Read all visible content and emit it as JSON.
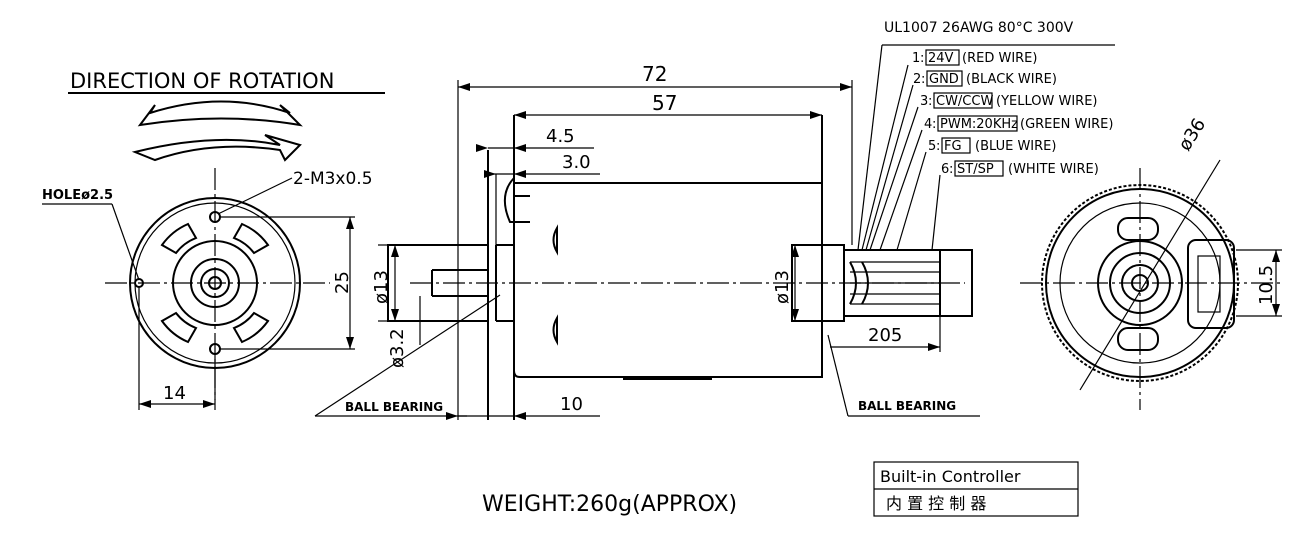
{
  "wire_spec": "UL1007 26AWG 80°C 300V",
  "wires": [
    {
      "num": "1",
      "code": "24V",
      "color": "(RED WIRE)"
    },
    {
      "num": "2",
      "code": "GND",
      "color": "(BLACK WIRE)"
    },
    {
      "num": "3",
      "code": "CW/CCW",
      "color": "(YELLOW WIRE)"
    },
    {
      "num": "4",
      "code": "PWM:20KHz",
      "color": "(GREEN WIRE)"
    },
    {
      "num": "5",
      "code": "FG",
      "color": "(BLUE WIRE)"
    },
    {
      "num": "6",
      "code": "ST/SP",
      "color": "(WHITE WIRE)"
    }
  ],
  "rotation_title": "DIRECTION OF ROTATION",
  "front": {
    "hole_label": "HOLEø2.5",
    "screw_label": "2-M3x0.5",
    "dim_25": "25",
    "dim_14": "14"
  },
  "side": {
    "dim_72": "72",
    "dim_57": "57",
    "dim_4_5": "4.5",
    "dim_3_0": "3.0",
    "dim_13a": "ø13",
    "dim_3_2": "ø3.2",
    "dim_13b": "ø13",
    "dim_10": "10",
    "dim_205": "205",
    "ball_bearing_1": "BALL BEARING",
    "ball_bearing_2": "BALL BEARING"
  },
  "rear": {
    "dim_36": "ø36",
    "dim_10_5": "10.5"
  },
  "weight": "WEIGHT:260g(APPROX)",
  "controller_en": "Built-in Controller",
  "controller_cn": "内 置 控 制 器"
}
